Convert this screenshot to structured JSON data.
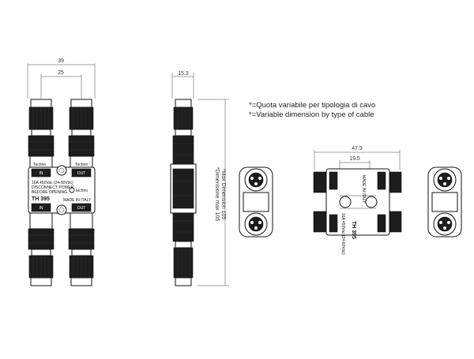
{
  "dimensions": {
    "front_width": "39",
    "front_pitch": "25",
    "side_width": "15.3",
    "side_height_it": "*Dimensione max 105",
    "side_height_en": "*Max Dimension 105",
    "top_width": "47.9",
    "top_pitch": "19.5"
  },
  "notes": {
    "italian": "*=Quota variabile per tipologia di cavo",
    "english": "*=Variable dimension by type of cable"
  },
  "front_labels": {
    "in_top": "IN",
    "out_top": "OUT",
    "in_bottom": "IN",
    "out_bottom": "OUT",
    "rating": "16A 450Vac (24-60Vdc)",
    "disconnect": "DISCONNECT POWER",
    "before_opening": "BEFORE OPENING",
    "model": "TH 395",
    "made_in": "MADE IN ITALY",
    "brand_left": "Techno",
    "brand_right": "Techno",
    "logo_text": "techno"
  }
}
